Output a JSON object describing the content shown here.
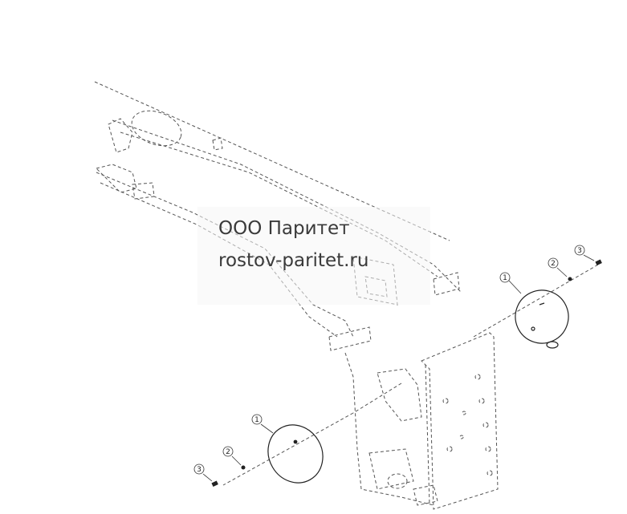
{
  "watermark": {
    "line1": "ООО Паритет",
    "line2": "rostov-paritet.ru"
  },
  "callouts": {
    "right_cover": "1",
    "right_washer": "2",
    "right_bolt": "3",
    "left_cover": "1",
    "left_washer": "2",
    "left_bolt": "3"
  }
}
